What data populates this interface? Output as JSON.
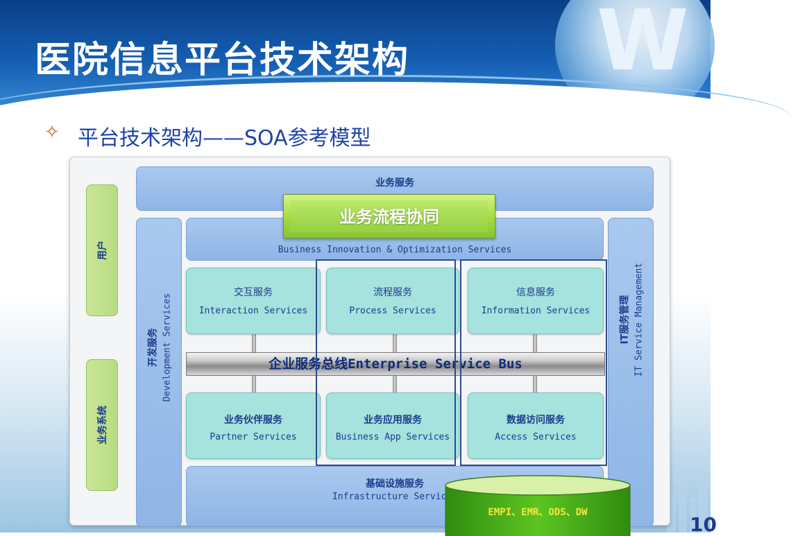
{
  "slide": {
    "title": "医院信息平台技术架构",
    "subtitle": "平台技术架构——SOA参考模型",
    "bullet_icon": "four-point-star-outline-icon",
    "logo_letter": "W",
    "page_number": "10"
  },
  "colors": {
    "header_blue": "#1560b5",
    "service_blue": "#a9c8ee",
    "service_cyan": "#a6e2de",
    "user_green": "#c9e59a",
    "process_green": "#a8dc44",
    "esb_gray": "#c9c9c9",
    "highlight_navy": "#2b4a90",
    "cylinder_green": "#4fb81a",
    "cylinder_text": "#f2e640"
  },
  "diagram": {
    "users": "用户",
    "business_systems": "业务系统",
    "business_services": "业务服务",
    "business_process": "业务流程协同",
    "innovation": "Business Innovation & Optimization Services",
    "dev": {
      "cn": "开发服务",
      "en": "Development Services"
    },
    "it": {
      "cn": "IT服务管理",
      "en": "IT Service Management"
    },
    "esb": {
      "cn": "企业服务总线",
      "en": "Enterprise Service Bus"
    },
    "top_services": [
      {
        "cn": "交互服务",
        "en": "Interaction Services"
      },
      {
        "cn": "流程服务",
        "en": "Process Services"
      },
      {
        "cn": "信息服务",
        "en": "Information Services"
      }
    ],
    "bottom_services": [
      {
        "cn": "业务伙伴服务",
        "en": "Partner Services"
      },
      {
        "cn": "业务应用服务",
        "en": "Business App Services"
      },
      {
        "cn": "数据访问服务",
        "en": "Access Services"
      }
    ],
    "infrastructure": {
      "cn": "基础设施服务",
      "en": "Infrastructure Services"
    },
    "database": "EMPI、EMR、ODS、DW"
  }
}
